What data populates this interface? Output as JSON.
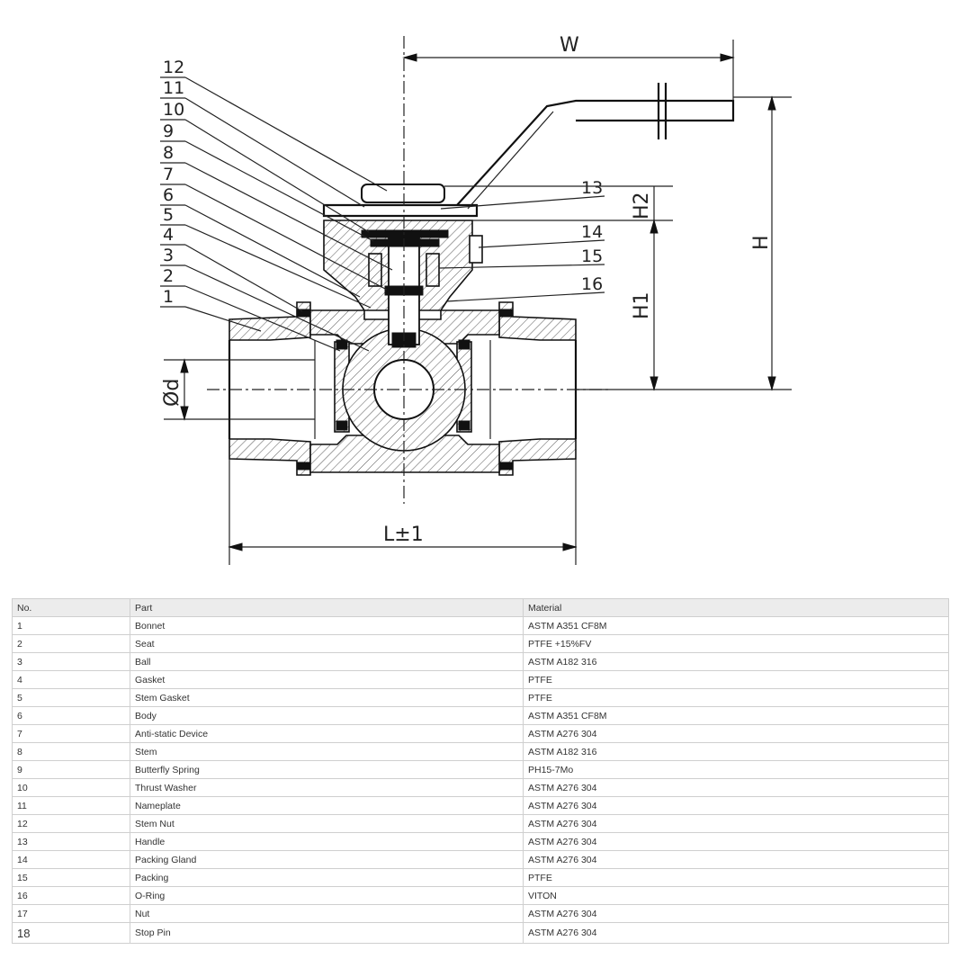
{
  "drawing": {
    "callouts": [
      "12",
      "11",
      "10",
      "9",
      "8",
      "7",
      "6",
      "5",
      "4",
      "3",
      "2",
      "1"
    ],
    "right_callouts": [
      "13",
      "14",
      "15",
      "16"
    ],
    "dimensions": {
      "width": "W",
      "height": "H",
      "height1": "H1",
      "height2": "H2",
      "length": "L±1",
      "diameter": "Ød"
    }
  },
  "table": {
    "headers": [
      "No.",
      "Part",
      "Material"
    ],
    "rows": [
      {
        "no": "1",
        "part": "Bonnet",
        "material": "ASTM A351 CF8M"
      },
      {
        "no": "2",
        "part": "Seat",
        "material": "PTFE +15%FV"
      },
      {
        "no": "3",
        "part": "Ball",
        "material": "ASTM A182 316"
      },
      {
        "no": "4",
        "part": "Gasket",
        "material": "PTFE"
      },
      {
        "no": "5",
        "part": "Stem Gasket",
        "material": "PTFE"
      },
      {
        "no": "6",
        "part": "Body",
        "material": "ASTM A351 CF8M"
      },
      {
        "no": "7",
        "part": "Anti-static Device",
        "material": "ASTM A276 304"
      },
      {
        "no": "8",
        "part": "Stem",
        "material": "ASTM A182 316"
      },
      {
        "no": "9",
        "part": "Butterfly Spring",
        "material": "PH15-7Mo"
      },
      {
        "no": "10",
        "part": "Thrust Washer",
        "material": "ASTM A276 304"
      },
      {
        "no": "11",
        "part": "Nameplate",
        "material": "ASTM A276 304"
      },
      {
        "no": "12",
        "part": "Stem Nut",
        "material": "ASTM A276 304"
      },
      {
        "no": "13",
        "part": "Handle",
        "material": "ASTM A276 304"
      },
      {
        "no": "14",
        "part": "Packing Gland",
        "material": "ASTM A276 304"
      },
      {
        "no": "15",
        "part": "Packing",
        "material": "PTFE"
      },
      {
        "no": "16",
        "part": "O-Ring",
        "material": "VITON"
      },
      {
        "no": "17",
        "part": "Nut",
        "material": "ASTM A276 304"
      },
      {
        "no": "18",
        "part": "Stop Pin",
        "material": "ASTM A276 304"
      }
    ]
  }
}
